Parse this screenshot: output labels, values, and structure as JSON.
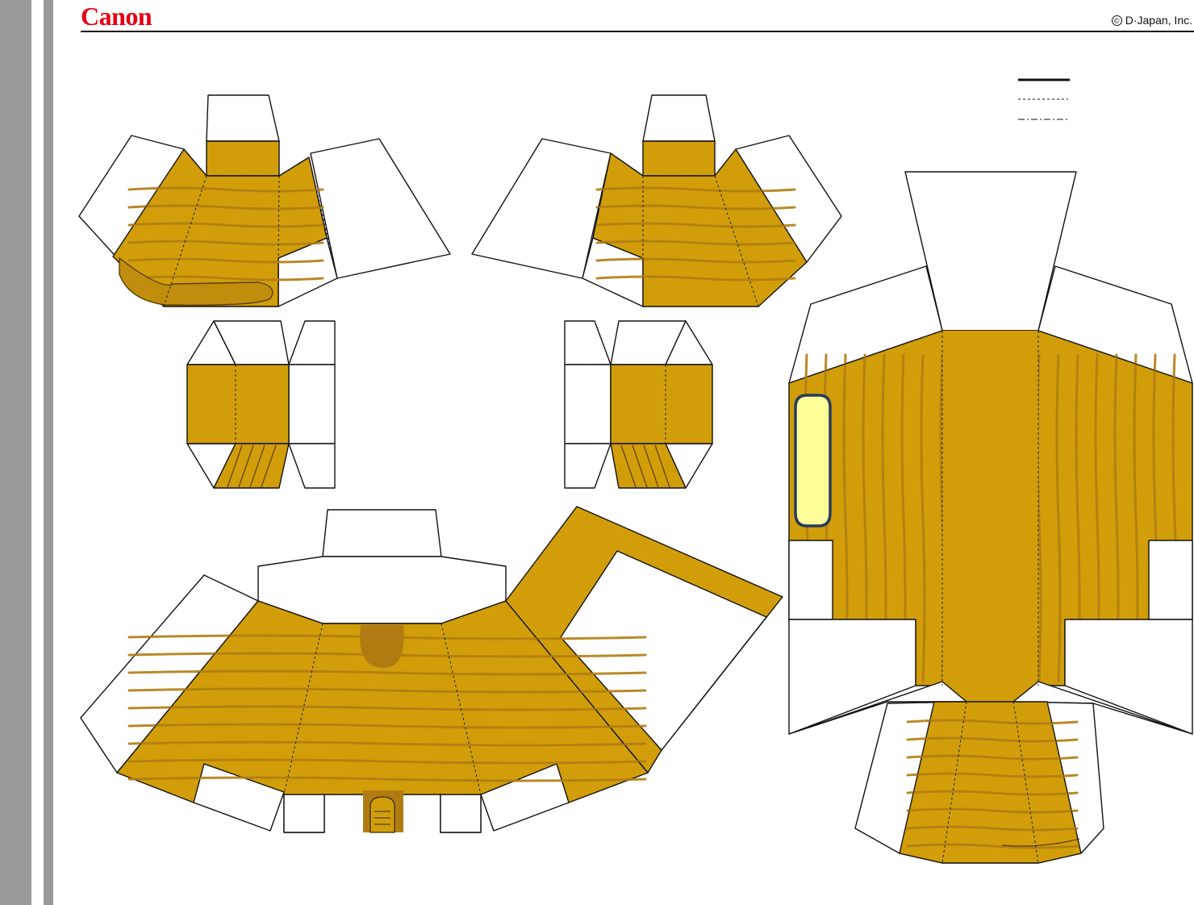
{
  "brand": {
    "logo_text": "Canon",
    "logo_color": "#e60012"
  },
  "copyright": {
    "symbol": "©",
    "text": "D·Japan, Inc."
  },
  "legend": {
    "lines": [
      "solid",
      "dashed",
      "dash-dot"
    ]
  },
  "colors": {
    "wood": "#d19e0a",
    "grain": "#b07c12",
    "flap": "#ffffff",
    "outline": "#111111",
    "window": "#ffff99",
    "window_border": "#263a5a",
    "side_strip": "#999999"
  }
}
